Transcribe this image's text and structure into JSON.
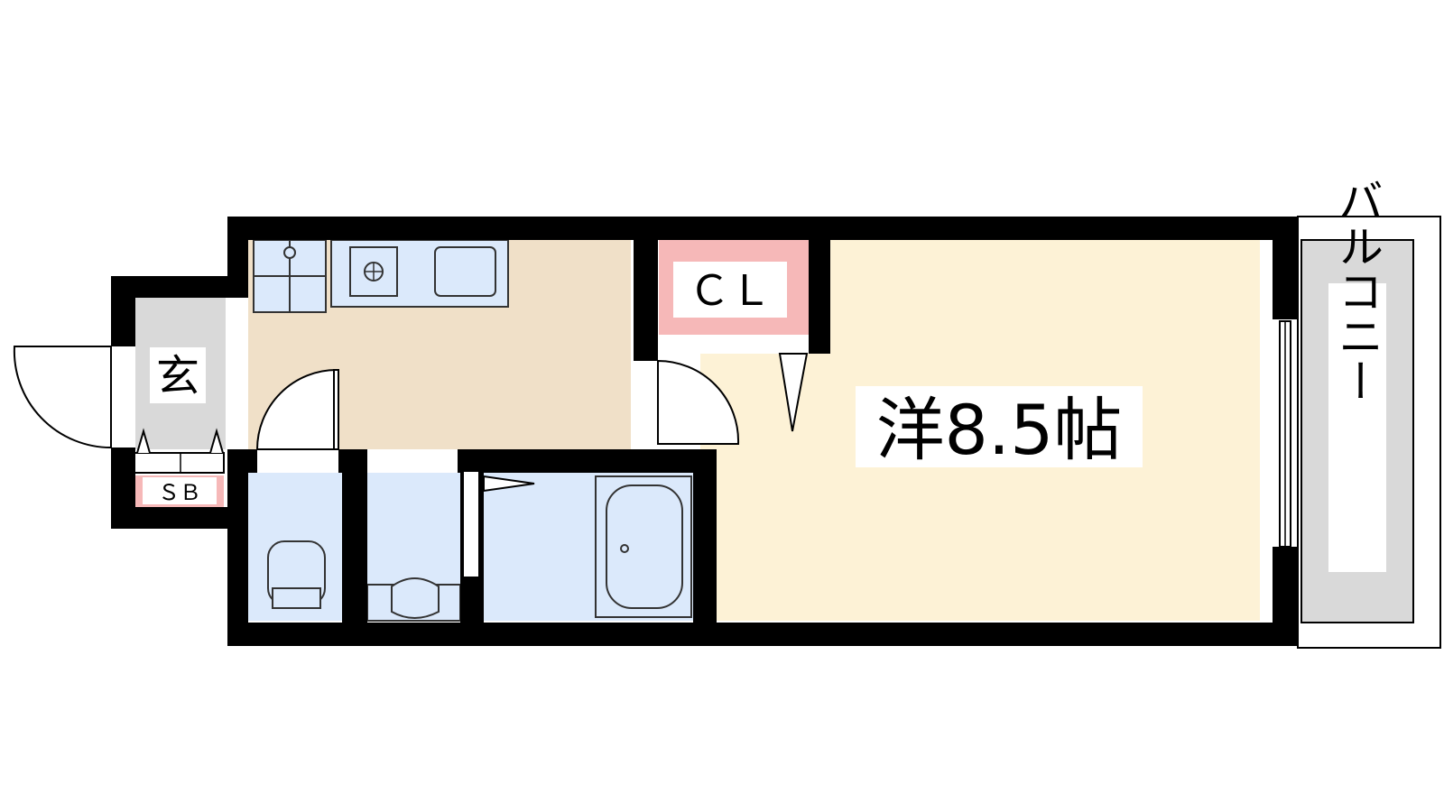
{
  "rooms": {
    "western_room": {
      "label": "洋8.5帖"
    },
    "closet": {
      "label": "ＣＬ"
    },
    "entrance": {
      "label": "玄"
    },
    "shoe_box": {
      "label": "ＳＢ"
    },
    "balcony": {
      "label": "バルコニー"
    }
  },
  "colors": {
    "wall": "#000000",
    "kitchen_floor": "#f0e0c8",
    "main_room_floor": "#fdf2d6",
    "wet_area": "#dbe9fb",
    "entrance_floor": "#d9d9d9",
    "balcony_floor": "#d9d9d9",
    "storage_accent": "#f6b8b8",
    "label_background": "#ffffff"
  }
}
